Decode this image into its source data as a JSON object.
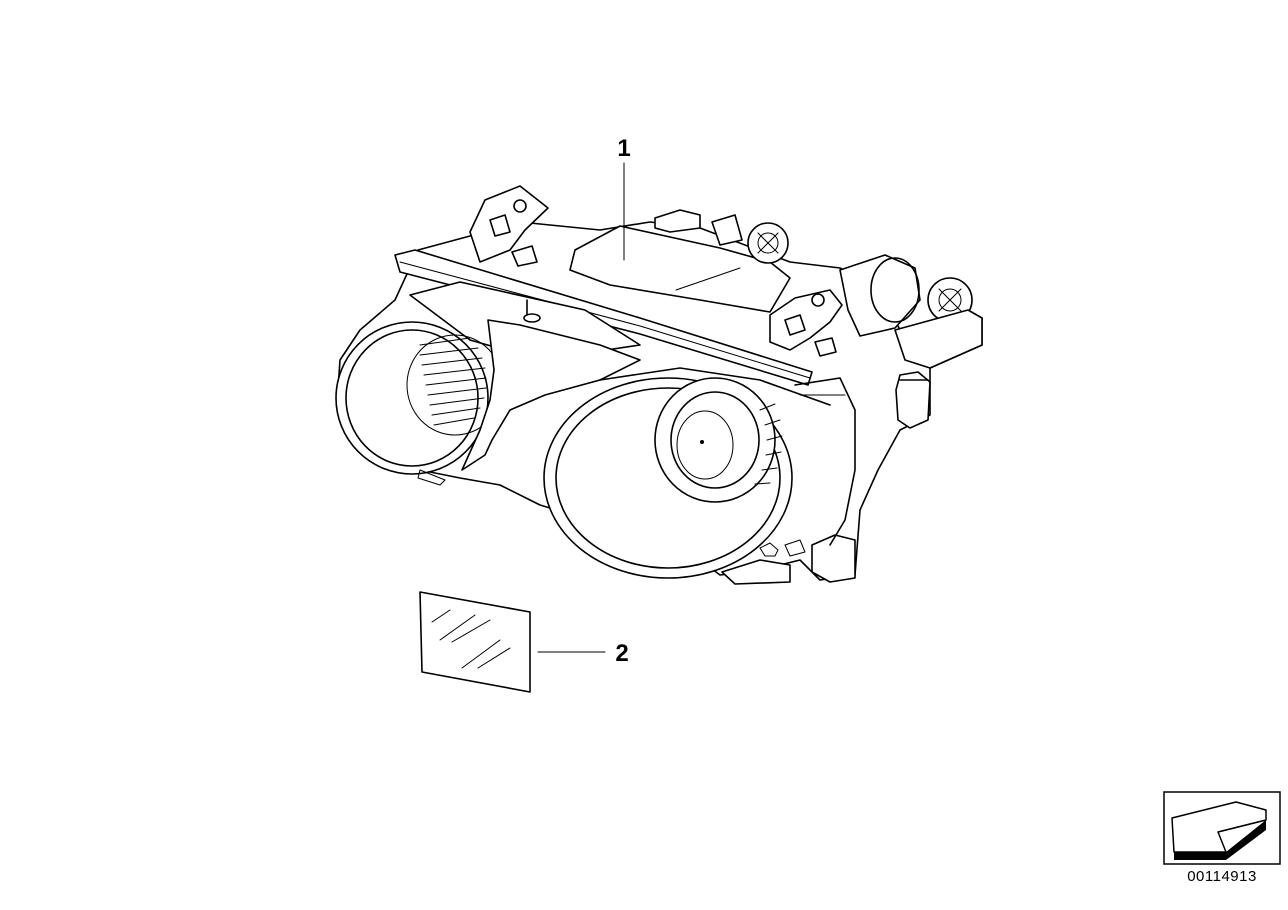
{
  "callouts": [
    {
      "label": "1",
      "part": "headlight"
    },
    {
      "label": "2",
      "part": "glass pane"
    }
  ],
  "catalog_number": "00114913",
  "icons": {
    "orientation": "direction-arrow-icon"
  }
}
